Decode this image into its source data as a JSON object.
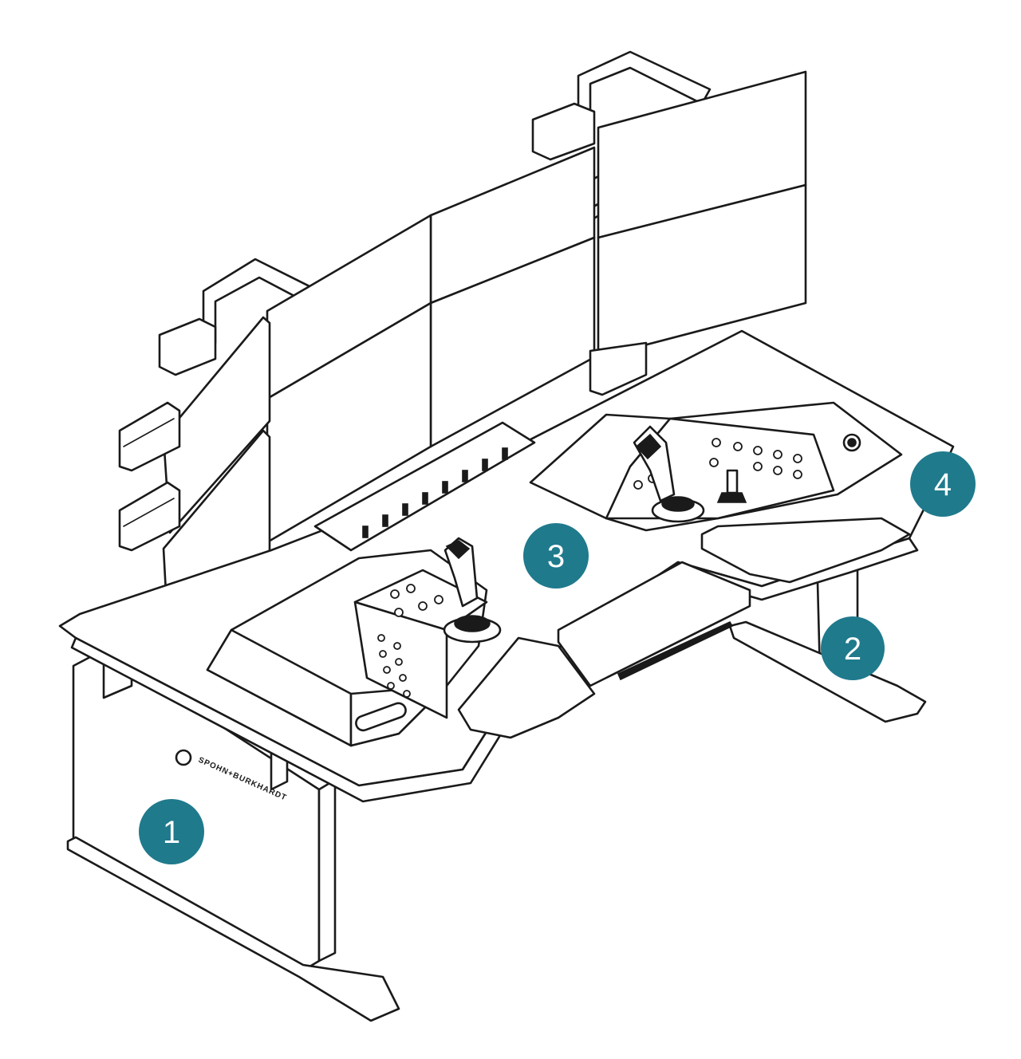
{
  "colors": {
    "badge": "#1f7a8c",
    "line": "#1a1a1a",
    "background": "#ffffff"
  },
  "brand": {
    "name": "SPOHN+BURKHARDT"
  },
  "callouts": [
    {
      "id": "1",
      "label": "1"
    },
    {
      "id": "2",
      "label": "2"
    },
    {
      "id": "3",
      "label": "3"
    },
    {
      "id": "4",
      "label": "4"
    }
  ]
}
